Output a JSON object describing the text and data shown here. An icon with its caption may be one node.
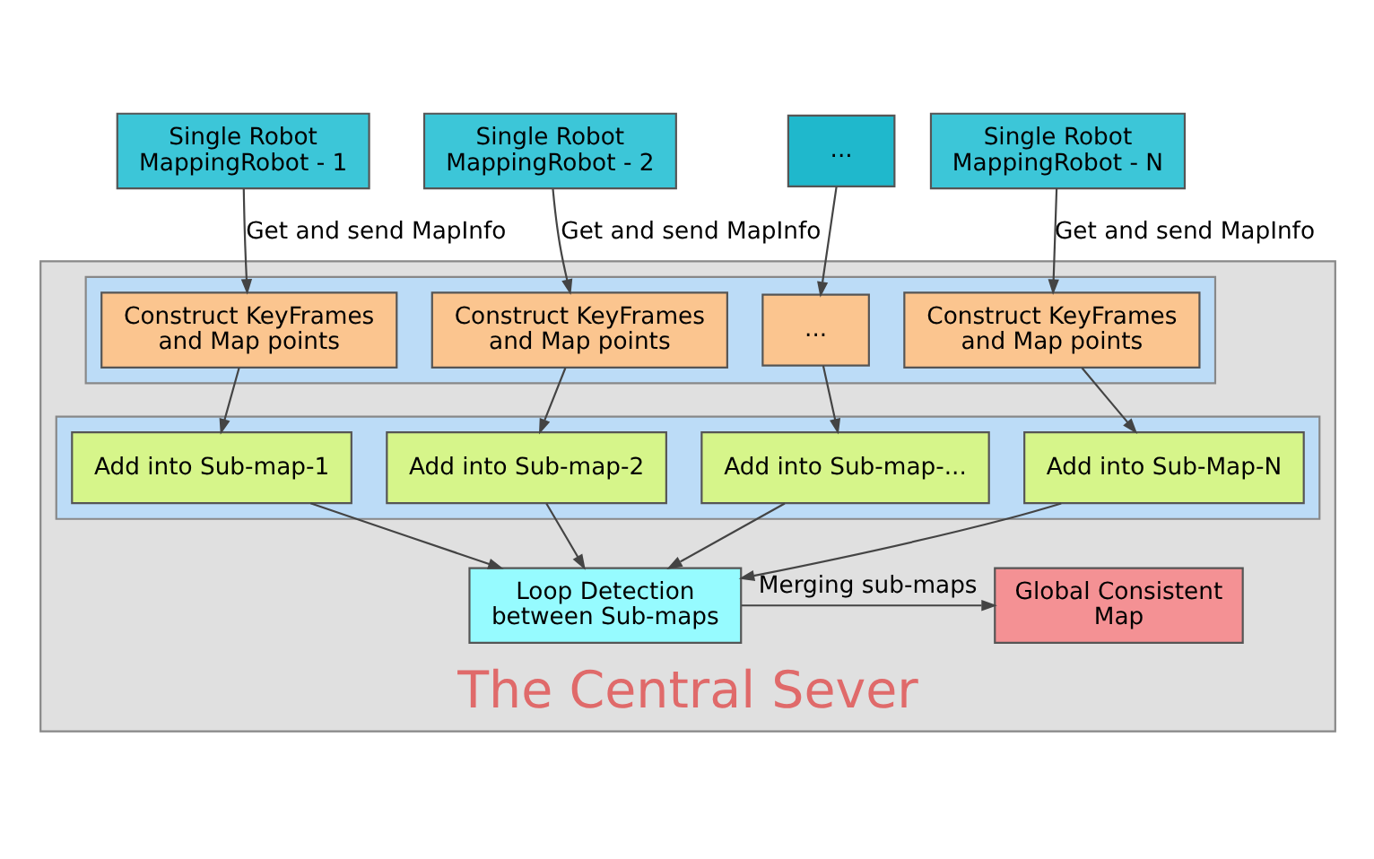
{
  "diagram": {
    "nodes": [
      {
        "text": [
          "Single Robot MappingRobot - 1"
        ]
      },
      {
        "text": [
          "Single Robot MappingRobot - 2"
        ]
      },
      {
        "text": [
          "..."
        ]
      },
      {
        "text": [
          "Single Robot MappingRobot - N"
        ]
      },
      {
        "text": [
          "The Central Sever"
        ]
      },
      {
        "text": [],
        "shape": "box",
        "in": 4
      },
      {
        "text": [
          "Construct KeyFrames and Map points"
        ],
        "in": 5
      },
      {
        "text": [
          "Construct KeyFrames and Map points"
        ],
        "in": 5
      },
      {
        "text": [
          "..."
        ],
        "in": 5
      },
      {
        "text": [
          "Construct KeyFrames and Map points"
        ],
        "in": 5
      },
      {
        "text": [],
        "shape": "box",
        "in": 4
      },
      {
        "text": [
          "Add into Sub-map-1"
        ],
        "in": 10
      },
      {
        "text": [
          "Add into Sub-map-2"
        ],
        "in": 10
      },
      {
        "text": [
          "Add into Sub-map-..."
        ],
        "in": 10
      },
      {
        "text": [
          "Add into Sub-Map-N"
        ],
        "in": 10
      },
      {
        "text": [
          "Loop Detection between Sub-maps"
        ],
        "in": 4
      },
      {
        "text": [
          "Global Consistent Map"
        ],
        "in": 4
      }
    ],
    "edges": [
      {
        "from": 0,
        "to": 6,
        "arrow": "to",
        "label": "Get and send MapInfo"
      },
      {
        "from": 1,
        "to": 7,
        "arrow": "to",
        "label": "Get and send MapInfo"
      },
      {
        "from": 2,
        "to": 8,
        "arrow": "to"
      },
      {
        "from": 3,
        "to": 9,
        "arrow": "to",
        "label": "Get and send MapInfo"
      },
      {
        "from": 6,
        "to": 11,
        "arrow": "to"
      },
      {
        "from": 7,
        "to": 12,
        "arrow": "to"
      },
      {
        "from": 8,
        "to": 13,
        "arrow": "to"
      },
      {
        "from": 9,
        "to": 14,
        "arrow": "to"
      },
      {
        "from": 11,
        "to": 15,
        "arrow": "to"
      },
      {
        "from": 12,
        "to": 15,
        "arrow": "to"
      },
      {
        "from": 13,
        "to": 15,
        "arrow": "to"
      },
      {
        "from": 14,
        "to": 15,
        "arrow": "to"
      },
      {
        "from": 15,
        "to": 16,
        "arrow": "to",
        "label": "Merging sub-maps"
      }
    ]
  }
}
